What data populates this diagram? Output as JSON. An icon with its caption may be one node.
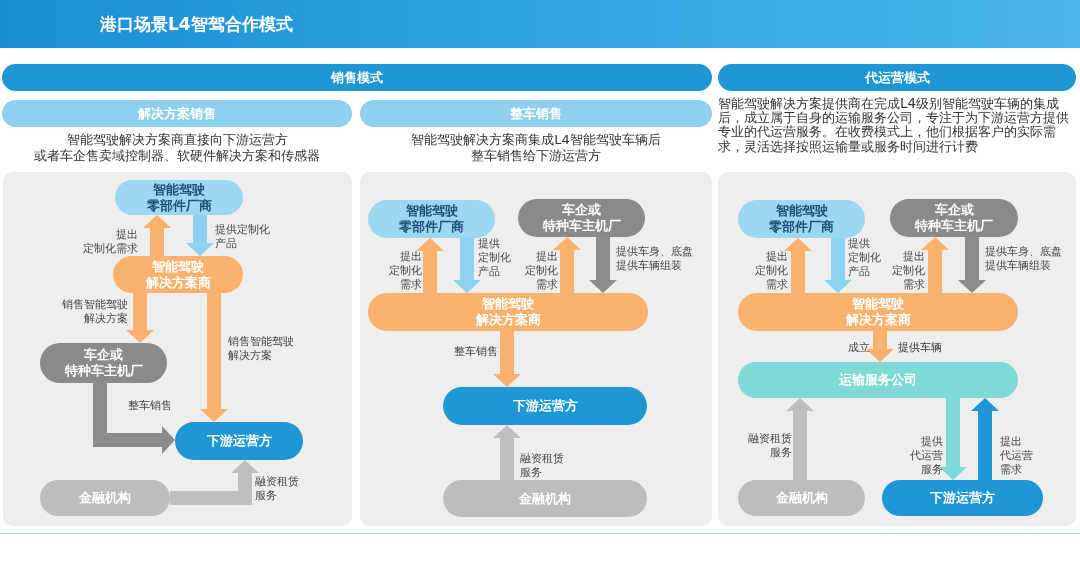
{
  "diagram": {
    "title": "港口场景L4智驾合作模式",
    "nodes": [
      {
        "text": [
          "销售模式"
        ]
      },
      {
        "text": [
          "代运营模式"
        ]
      },
      {
        "text": [
          "解决方案销售"
        ]
      },
      {
        "text": [
          "整车销售"
        ]
      },
      {
        "text": [
          "智能驾驶零部件厂商"
        ]
      },
      {
        "text": [
          "智能驾驶解决方案商"
        ]
      },
      {
        "text": [
          "车企或特种车主机厂"
        ]
      },
      {
        "text": [
          "下游运营方"
        ]
      },
      {
        "text": [
          "金融机构"
        ]
      },
      {
        "text": [
          "智能驾驶零部件厂商"
        ]
      },
      {
        "text": [
          "车企或特种车主机厂"
        ]
      },
      {
        "text": [
          "智能驾驶解决方案商"
        ]
      },
      {
        "text": [
          "下游运营方"
        ]
      },
      {
        "text": [
          "金融机构"
        ]
      },
      {
        "text": [
          "智能驾驶零部件厂商"
        ]
      },
      {
        "text": [
          "车企或特种车主机厂"
        ]
      },
      {
        "text": [
          "智能驾驶解决方案商"
        ]
      },
      {
        "text": [
          "运输服务公司"
        ]
      },
      {
        "text": [
          "金融机构"
        ]
      },
      {
        "text": [
          "下游运营方"
        ]
      }
    ],
    "edges": [
      {
        "from": 5,
        "to": 4,
        "arrow": "to",
        "label": "提出定制化需求"
      },
      {
        "from": 4,
        "to": 5,
        "arrow": "to",
        "label": "提供定制化产品",
        "color": "#8dd3f1"
      },
      {
        "from": 5,
        "to": 6,
        "arrow": "to",
        "label": "销售智能驾驶解决方案"
      },
      {
        "from": 5,
        "to": 7,
        "arrow": "to",
        "label": "销售智能驾驶解决方案"
      },
      {
        "from": 6,
        "to": 7,
        "arrow": "to",
        "label": "整车销售",
        "color": "#8c8c8c"
      },
      {
        "from": 8,
        "to": 7,
        "arrow": "to",
        "label": "融资租赁服务",
        "color": "#bfbfbf"
      },
      {
        "from": 11,
        "to": 9,
        "arrow": "to",
        "label": "提出定制化需求"
      },
      {
        "from": 9,
        "to": 11,
        "arrow": "to",
        "label": "提供定制化产品",
        "color": "#8dd3f1"
      },
      {
        "from": 11,
        "to": 10,
        "arrow": "to",
        "label": "提出定制化需求"
      },
      {
        "from": 10,
        "to": 11,
        "arrow": "to",
        "label": "提供车身、底盘提供车辆组装",
        "color": "#8c8c8c"
      },
      {
        "from": 11,
        "to": 12,
        "arrow": "to",
        "label": "整车销售"
      },
      {
        "from": 13,
        "to": 12,
        "arrow": "to",
        "label": "融资租赁服务",
        "color": "#bfbfbf"
      },
      {
        "from": 16,
        "to": 14,
        "arrow": "to",
        "label": "提出定制化需求"
      },
      {
        "from": 14,
        "to": 16,
        "arrow": "to",
        "label": "提供定制化产品",
        "color": "#8dd3f1"
      },
      {
        "from": 16,
        "to": 15,
        "arrow": "to",
        "label": "提出定制化需求"
      },
      {
        "from": 15,
        "to": 16,
        "arrow": "to",
        "label": "提供车身、底盘提供车辆组装",
        "color": "#8c8c8c"
      },
      {
        "from": 16,
        "to": 17,
        "arrow": "to",
        "label": "成立"
      },
      {
        "from": 18,
        "to": 17,
        "arrow": "to",
        "label": "融资租赁服务",
        "color": "#bfbfbf"
      },
      {
        "from": 17,
        "to": 19,
        "arrow": "to",
        "label": "提供代运营服务",
        "color": "#7fd9d6"
      },
      {
        "from": 19,
        "to": 17,
        "arrow": "to",
        "label": "提出代运营需求",
        "color": "#1f97d4"
      }
    ],
    "labels": [
      "智能驾驶解决方案商直接向下游运营方或者车企售卖域控制器、软硬件解决方案和传感器",
      "智能驾驶解决方案商集成L4智能驾驶车辆后整车销售给下游运营方",
      "智能驾驶解决方案提供商在完成L4级别智能驾驶车辆的集成后，成立属于自身的运输服务公司，专注于为下游运营方提供专业的代运营服务。在收费模式上，他们根据客户的实际需求，灵活选择按照运输量或服务时间进行计费",
      "提供车辆"
    ]
  }
}
